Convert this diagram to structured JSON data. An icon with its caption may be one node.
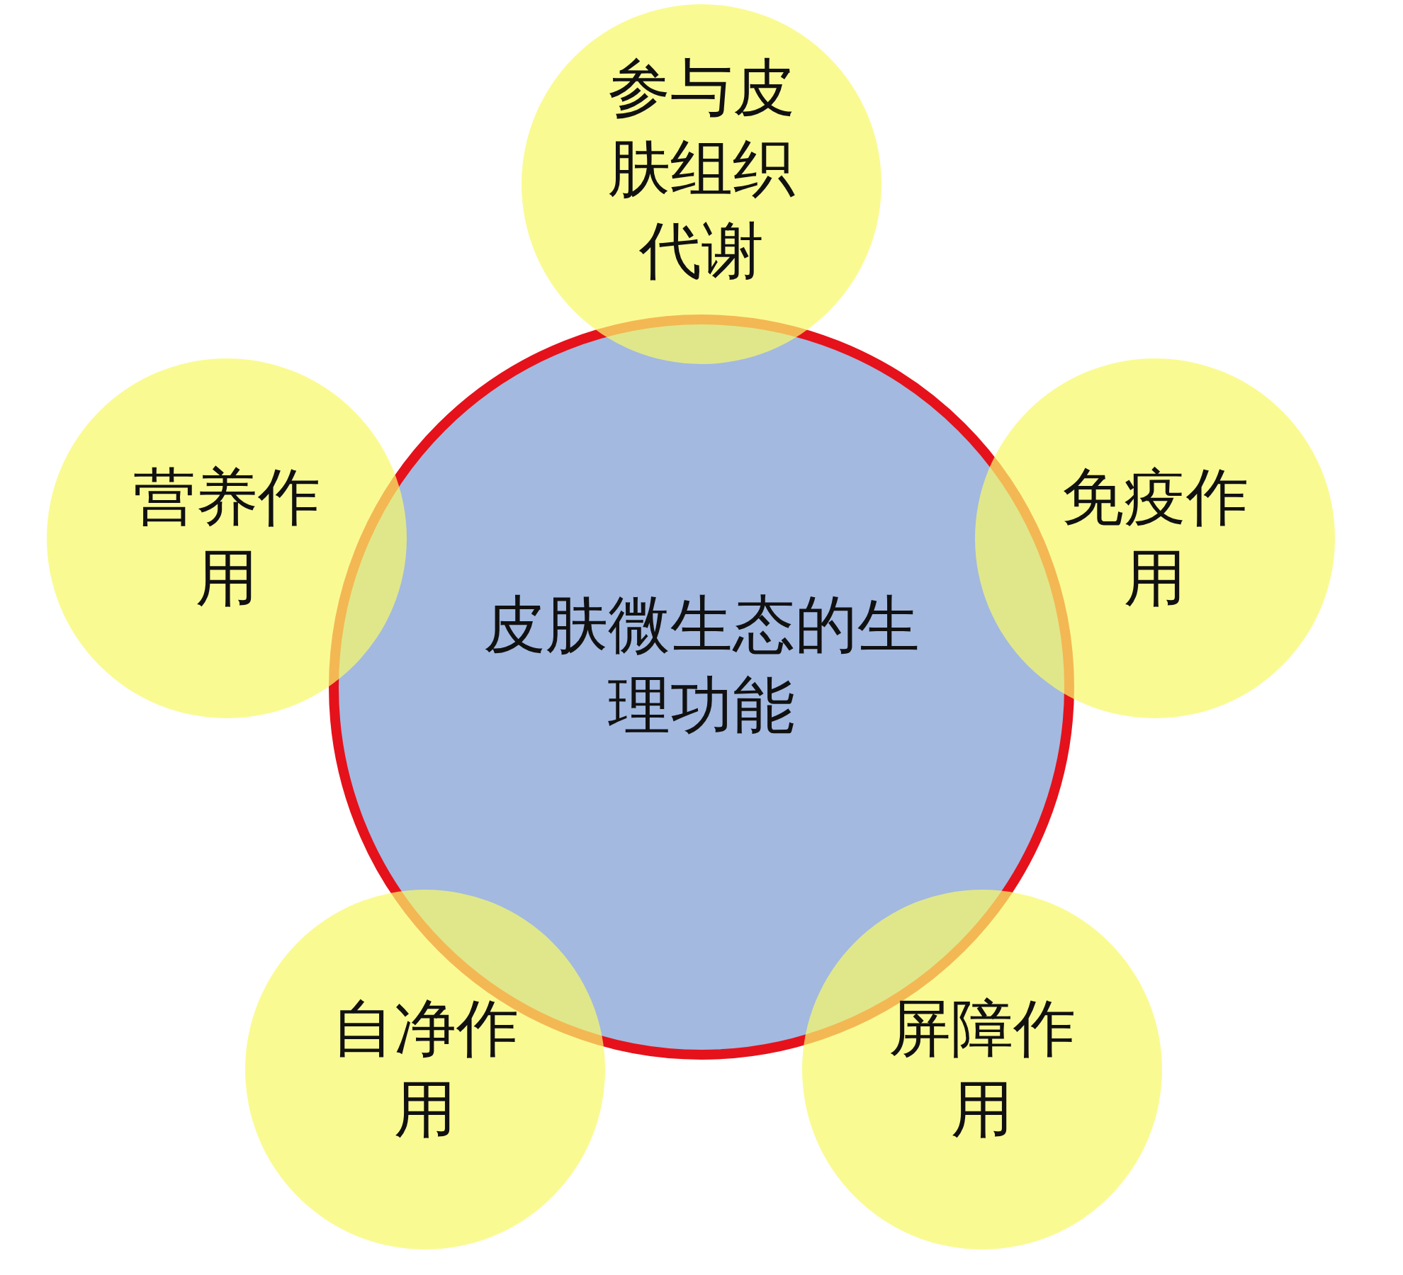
{
  "diagram": {
    "nodes": [
      {
        "text": [
          "皮肤微生态的生理功能"
        ]
      },
      {
        "text": [
          "参与皮肤组织代谢"
        ]
      },
      {
        "text": [
          "免疫作用"
        ]
      },
      {
        "text": [
          "屏障作用"
        ]
      },
      {
        "text": [
          "自净作用"
        ]
      },
      {
        "text": [
          "营养作用"
        ]
      }
    ]
  }
}
